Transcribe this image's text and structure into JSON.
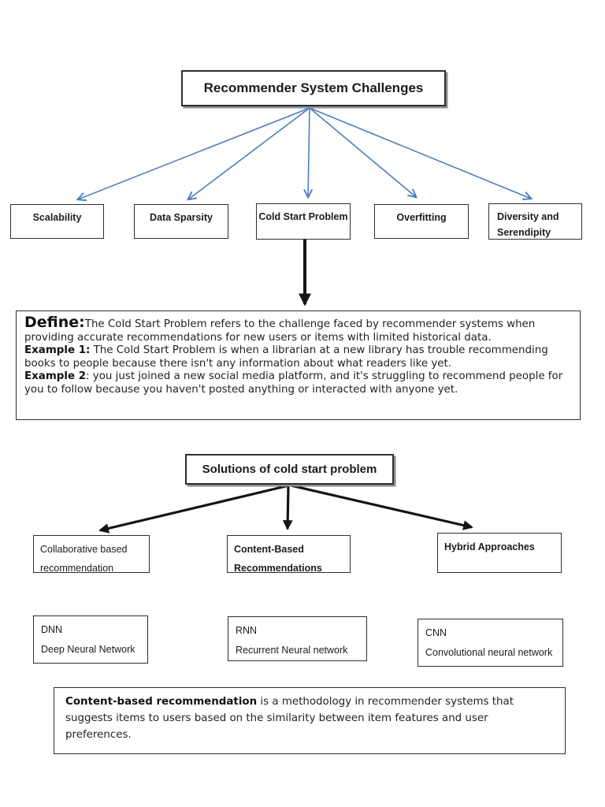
{
  "colors": {
    "connector_blue": "#4d7ec0",
    "connector_black": "#141414",
    "box_border": "#2e2e2e"
  },
  "root": {
    "title": "Recommender System Challenges"
  },
  "challenges": [
    {
      "label": "Scalability"
    },
    {
      "label": "Data Sparsity"
    },
    {
      "label": "Cold Start Problem"
    },
    {
      "label": "Overfitting"
    },
    {
      "label": "Diversity and Serendipity"
    }
  ],
  "definition": {
    "define_label": "Define:",
    "define_text": "The Cold Start Problem refers to the challenge faced by recommender systems when providing accurate recommendations for new users or items with limited historical data.",
    "example1_label": "Example 1:",
    "example1_text": " The Cold Start Problem is when a librarian at a new library has trouble recommending books to people because there isn't any information about what readers like yet.",
    "example2_label": "Example 2",
    "example2_text": ": you just joined a new social media platform, and it's struggling to recommend people for you to follow because you haven't posted anything or interacted with anyone yet."
  },
  "solutions": {
    "title": "Solutions of cold start problem",
    "approaches": [
      {
        "label": "Collaborative based recommendation"
      },
      {
        "label": "Content-Based Recommendations"
      },
      {
        "label": "Hybrid Approaches"
      }
    ],
    "techniques": [
      {
        "abbr": "DNN",
        "full": "Deep Neural Network"
      },
      {
        "abbr": "RNN",
        "full": "Recurrent Neural network"
      },
      {
        "abbr": "CNN",
        "full": "Convolutional neural network"
      }
    ]
  },
  "footer_note": {
    "lead": "Content-based recommendation",
    "text": " is a methodology in recommender systems that suggests items to users based on the similarity between item features and user preferences."
  }
}
